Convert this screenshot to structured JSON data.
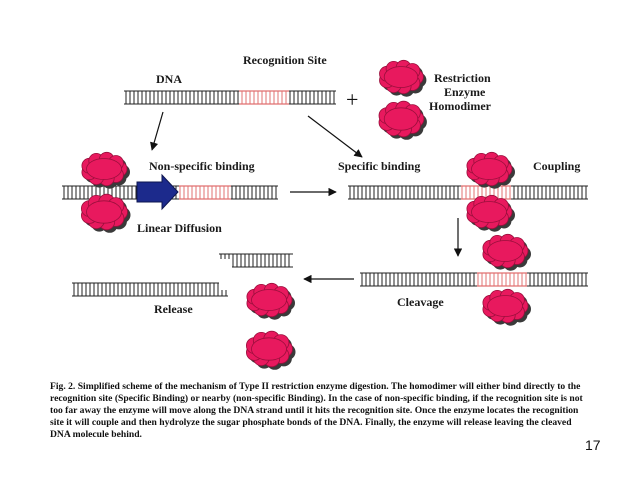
{
  "labels": {
    "recognition_site": "Recognition Site",
    "dna": "DNA",
    "plus": "+",
    "enzyme_line1": "Restriction",
    "enzyme_line2": "Enzyme",
    "enzyme_line3": "Homodimer",
    "nonspecific_binding": "Non-specific binding",
    "specific_binding": "Specific binding",
    "coupling": "Coupling",
    "linear_diffusion": "Linear Diffusion",
    "cleavage": "Cleavage",
    "release": "Release"
  },
  "caption": "Fig. 2. Simplified scheme of the mechanism of Type II restriction enzyme digestion.  The homodimer will either bind directly to the recognition site (Specific Binding) or nearby (non-specific Binding).  In the case of non-specific binding, if the recognition site is not too far away the enzyme will move along the DNA strand until it hits the recognition site.  Once the enzyme locates the recognition site it will couple and then hydrolyze the sugar phosphate bonds of the DNA.  Finally, the enzyme will release leaving the cleaved DNA molecule behind.",
  "page_number": "17",
  "colors": {
    "enzyme": "#e8195e",
    "recognition_site": "#e07070",
    "dna": "#222222",
    "diffusion_arrow": "#1c2a8c"
  }
}
